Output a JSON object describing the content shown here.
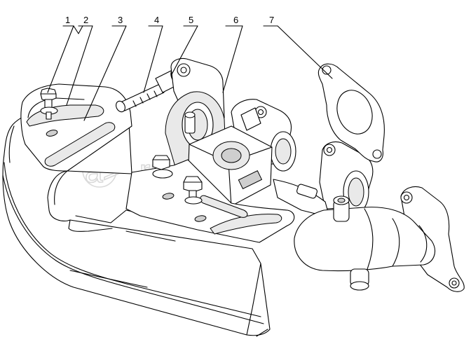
{
  "callouts": [
    {
      "id": "1",
      "label": "1"
    },
    {
      "id": "2",
      "label": "2"
    },
    {
      "id": "3",
      "label": "3"
    },
    {
      "id": "4",
      "label": "4"
    },
    {
      "id": "5",
      "label": "5"
    },
    {
      "id": "6",
      "label": "6"
    },
    {
      "id": "7",
      "label": "7"
    }
  ],
  "watermark": {
    "text": "a>  .ru"
  }
}
